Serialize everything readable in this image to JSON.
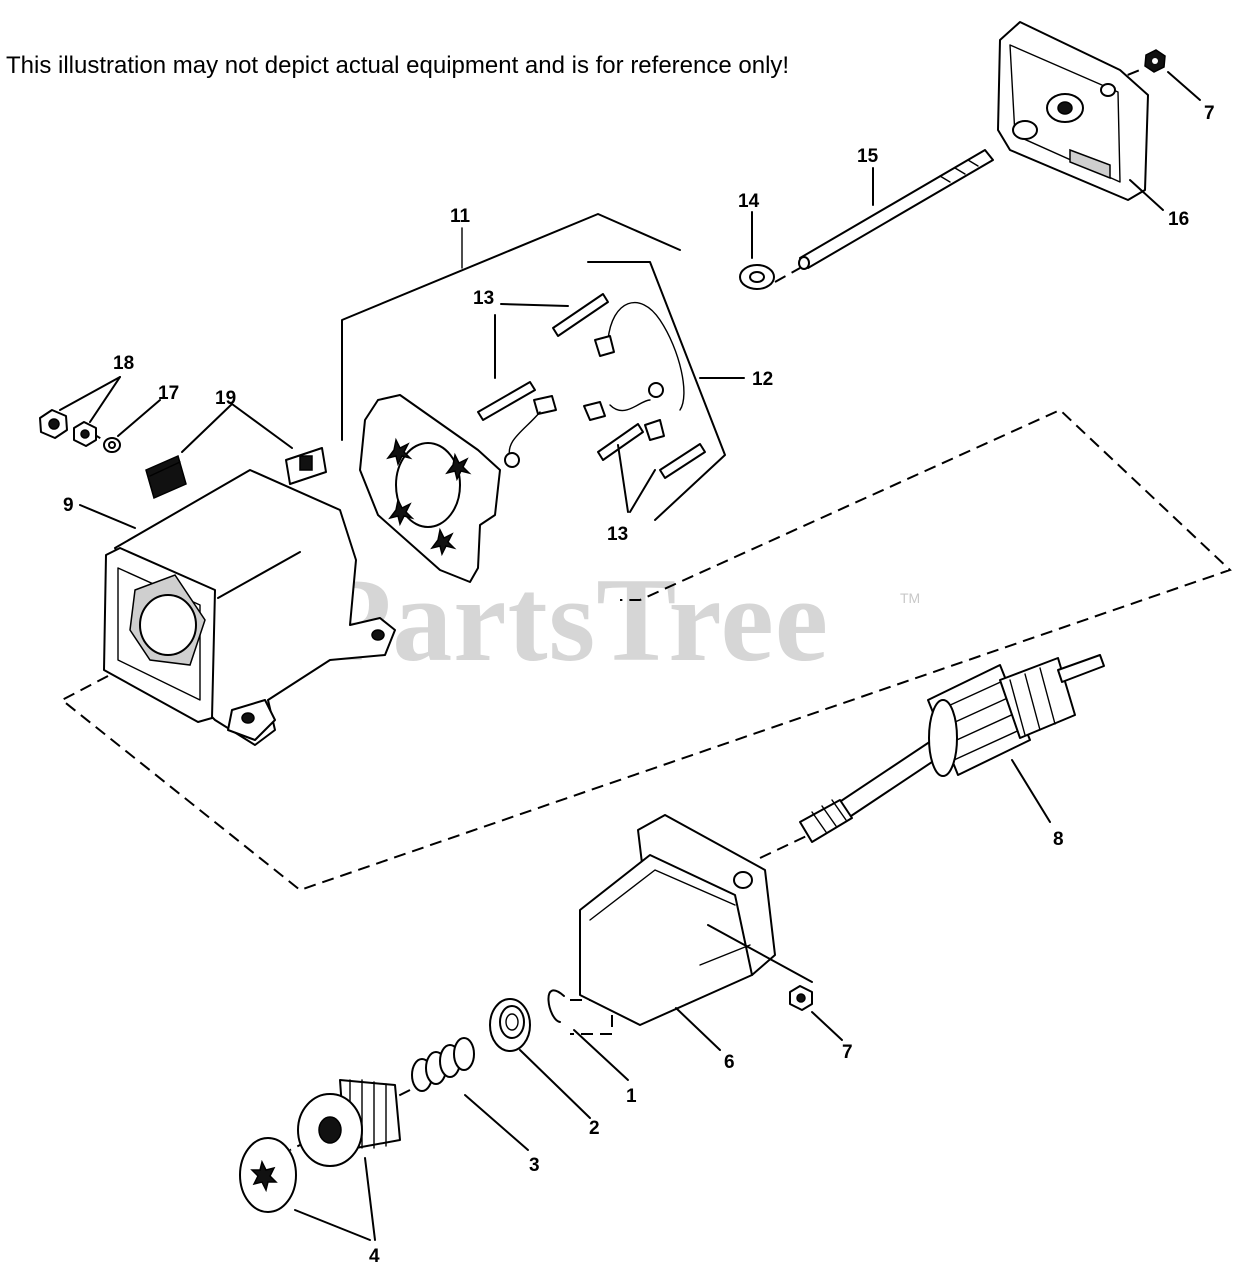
{
  "disclaimer": "This illustration may not depict actual equipment and is for reference only!",
  "watermark": {
    "brand": "PartsTree",
    "trademark": "TM"
  },
  "callouts": {
    "c1": "1",
    "c2": "2",
    "c3": "3",
    "c4": "4",
    "c6": "6",
    "c7a": "7",
    "c7b": "7",
    "c8": "8",
    "c9": "9",
    "c11": "11",
    "c12": "12",
    "c13a": "13",
    "c13b": "13",
    "c14": "14",
    "c15": "15",
    "c16": "16",
    "c17": "17",
    "c18": "18",
    "c19": "19"
  }
}
